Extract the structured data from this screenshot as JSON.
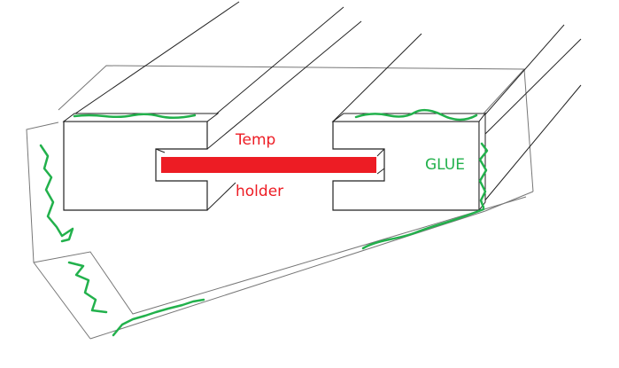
{
  "labels": {
    "temp": "Temp",
    "holder": "holder",
    "glue": "GLUE"
  },
  "colors": {
    "line": "#222222",
    "frame": "#777777",
    "temp_holder": "#ed1c24",
    "glue": "#22b14c",
    "background": "#ffffff"
  }
}
